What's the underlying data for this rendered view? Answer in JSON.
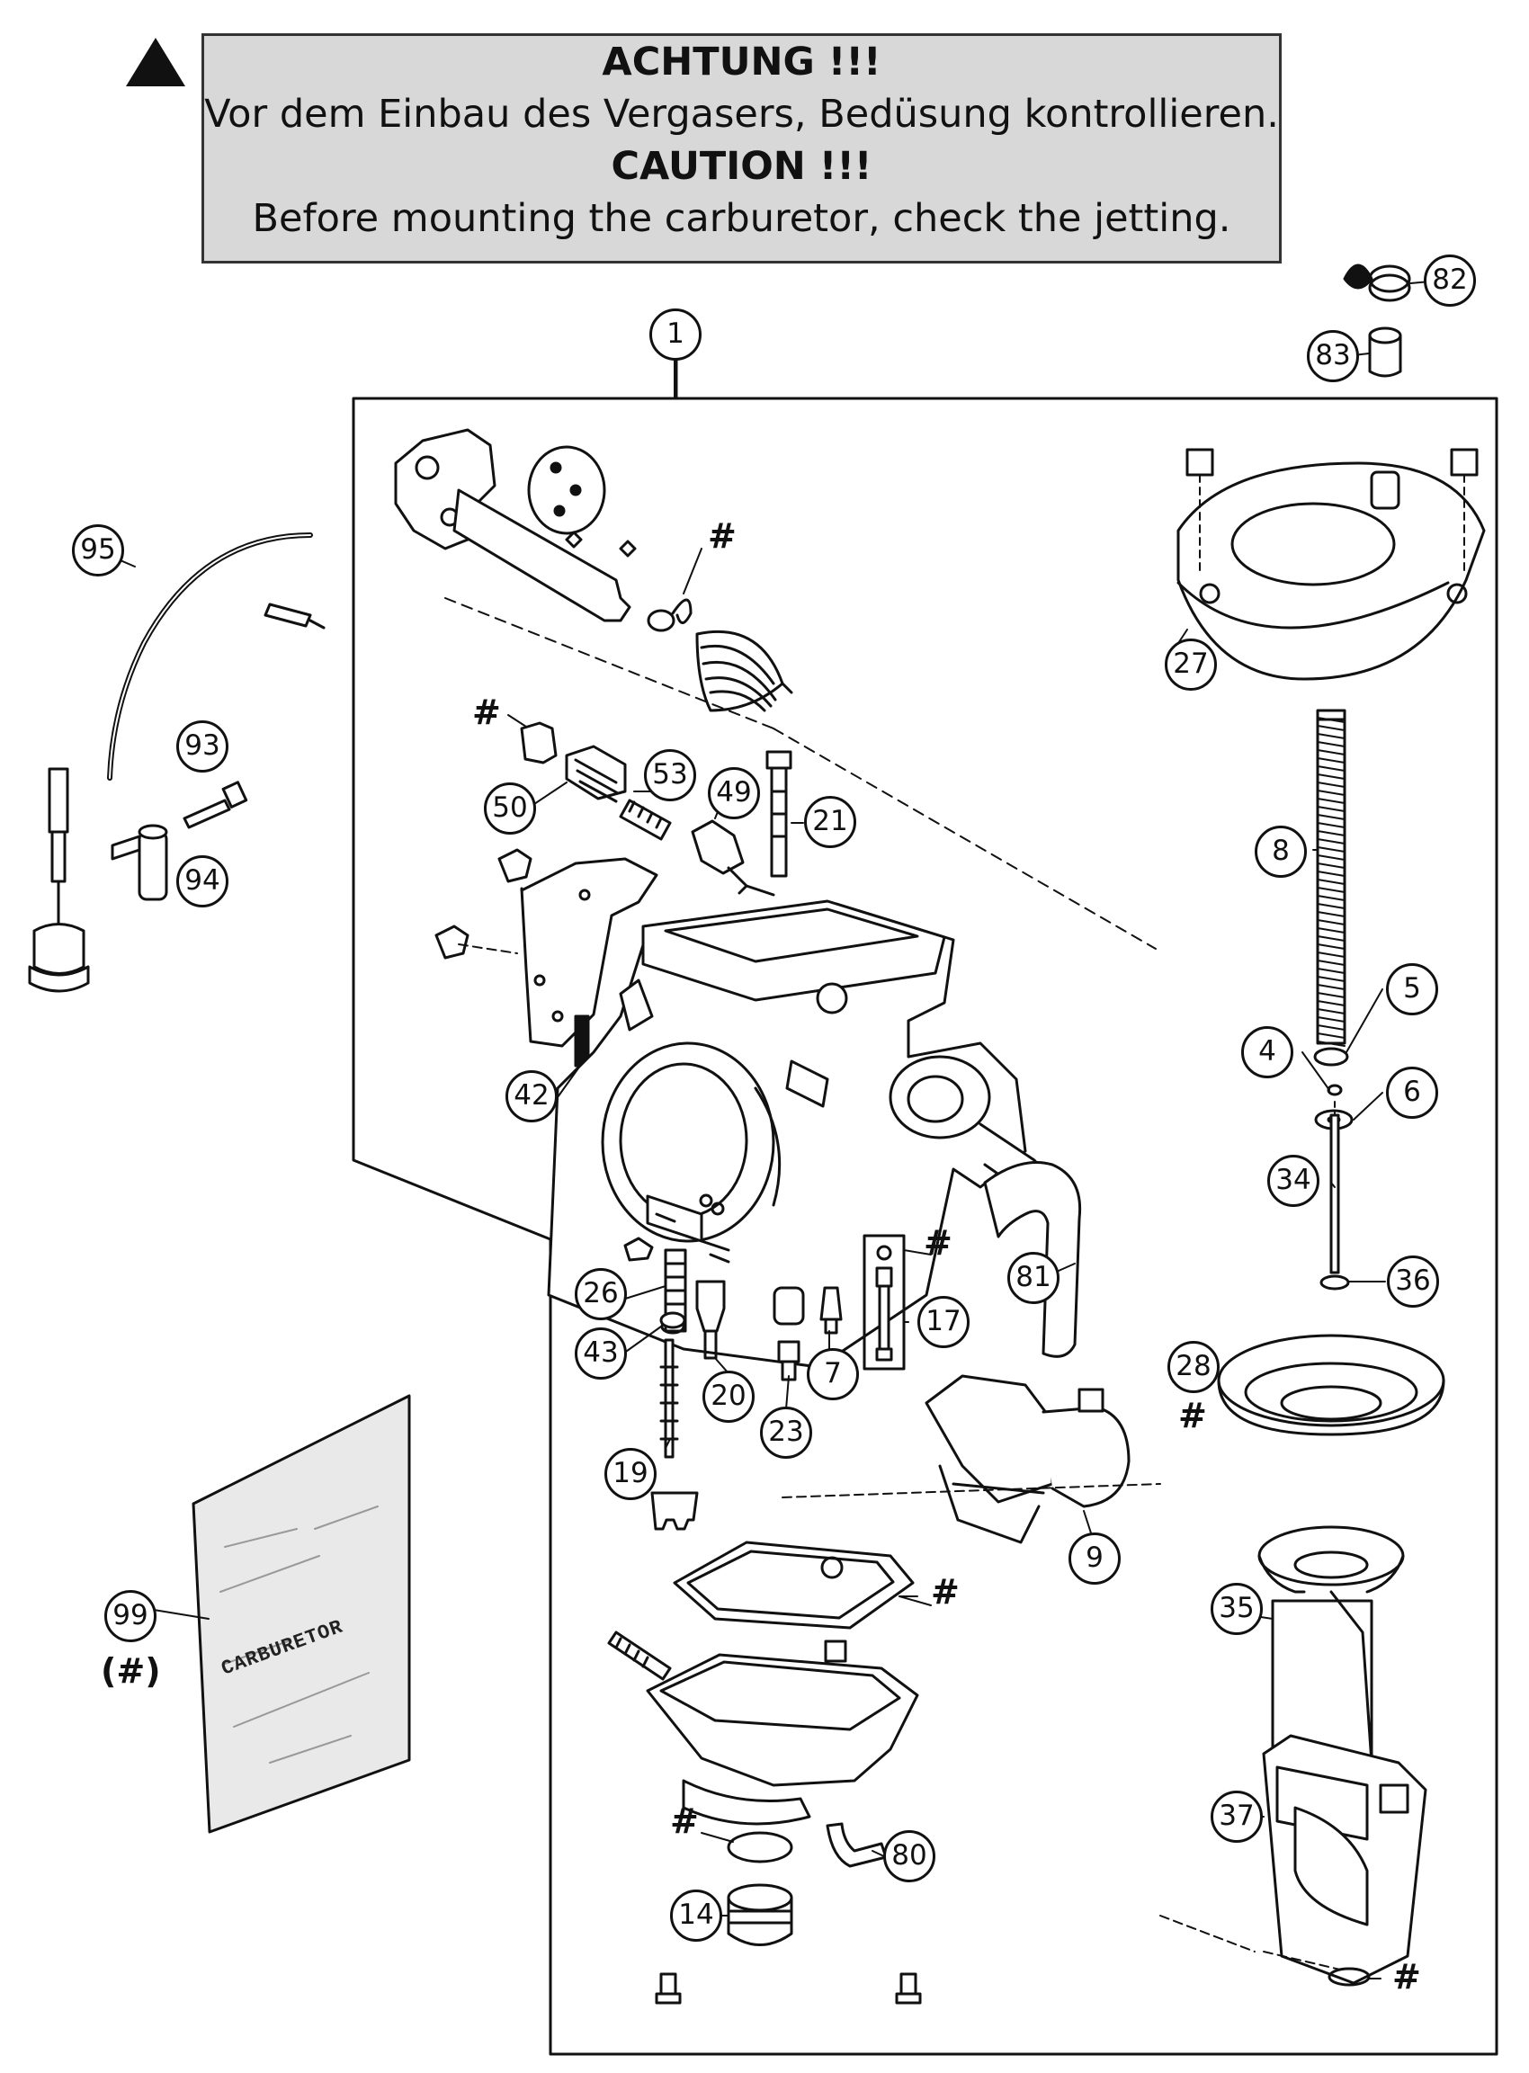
{
  "warning": {
    "title_de": "ACHTUNG !!!",
    "text_de": "Vor dem Einbau des Vergasers, Bedüsung kontrollieren.",
    "title_en": "CAUTION !!!",
    "text_en": "Before mounting the carburetor, check the jetting."
  },
  "callouts": [
    "1",
    "82",
    "83",
    "95",
    "93",
    "94",
    "50",
    "53",
    "49",
    "21",
    "42",
    "26",
    "43",
    "20",
    "23",
    "7",
    "17",
    "81",
    "19",
    "9",
    "14",
    "80",
    "27",
    "8",
    "5",
    "4",
    "6",
    "34",
    "36",
    "28",
    "35",
    "37",
    "99"
  ],
  "markers": {
    "hash": "#",
    "hash_paren": "(#)"
  },
  "kit_bag": {
    "label": "CARBURETOR"
  },
  "colors": {
    "line": "#111111",
    "warning_bg": "#d8d8d8",
    "bag_fill": "#e9e9e9"
  }
}
